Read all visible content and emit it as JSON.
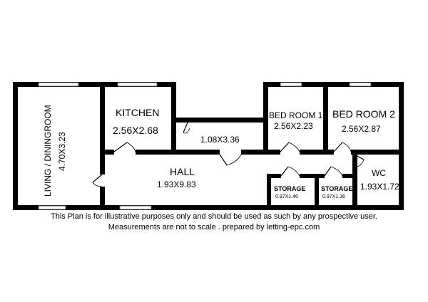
{
  "rooms": {
    "living": {
      "name": "LIVING / DININGROOM",
      "size": "4.70X3.23"
    },
    "kitchen": {
      "name": "KITCHEN",
      "size": "2.56X2.68"
    },
    "corridor": {
      "size": "1.08X3.36"
    },
    "bed1": {
      "name": "BED ROOM 1",
      "size": "2.56X2.23"
    },
    "bed2": {
      "name": "BED ROOM 2",
      "size": "2.56X2.87"
    },
    "hall": {
      "name": "HALL",
      "size": "1.93X9.83"
    },
    "storage1": {
      "name": "STORAGE",
      "size": "0.97X1.46"
    },
    "storage2": {
      "name": "STORAGE",
      "size": "0.97X1.36"
    },
    "wc": {
      "name": "WC",
      "size": "1.93X1.72"
    }
  },
  "disclaimer": {
    "line1": "This Plan is for illustrative purposes only and should be used as such by any prospective user.",
    "line2": "Measurements are not to scale . prepared by  letting-epc.com"
  }
}
